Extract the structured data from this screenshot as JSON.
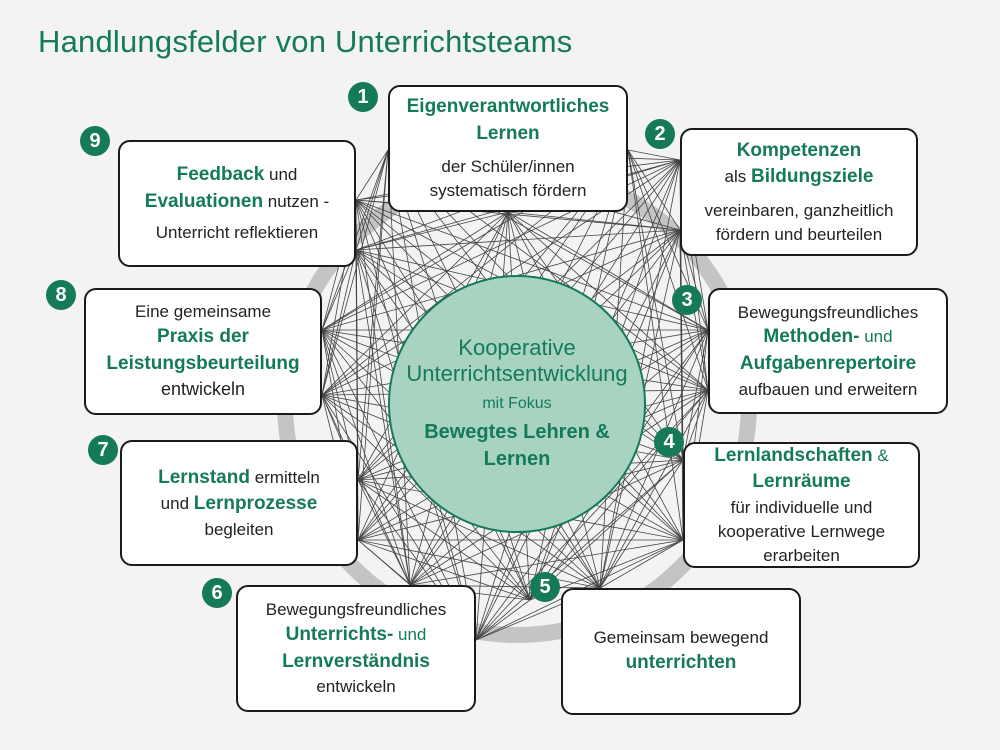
{
  "title": "Handlungsfelder von Unterrichtsteams",
  "colors": {
    "accent": "#157a5a",
    "center_fill": "#a8d3c1",
    "ring": "#c4c4c4",
    "background": "#f3f3f3"
  },
  "center": {
    "line1": "Kooperative",
    "line2": "Unterrichtsentwicklung",
    "line3": "mit Fokus",
    "line4": "Bewegtes Lehren &",
    "line5": "Lernen"
  },
  "fields": [
    {
      "num": "1",
      "a": "Eigenverantwortliches",
      "b": "Lernen",
      "c": "der Schüler/innen",
      "d": "systematisch fördern"
    },
    {
      "num": "2",
      "a": "Kompetenzen",
      "b_pre": "als ",
      "b": "Bildungsziele",
      "c": "vereinbaren, ganzheitlich",
      "d": "fördern und beurteilen"
    },
    {
      "num": "3",
      "a": "Bewegungsfreundliches",
      "b": "Methoden-",
      "b_post": " und",
      "c": "Aufgabenrepertoire",
      "d": "aufbauen und erweitern"
    },
    {
      "num": "4",
      "a": "Lernlandschaften",
      "a_post": " &",
      "b": "Lernräume",
      "c": "für individuelle und",
      "d": "kooperative Lernwege",
      "e": "erarbeiten"
    },
    {
      "num": "5",
      "a": "Gemeinsam bewegend",
      "b": "unterrichten"
    },
    {
      "num": "6",
      "a": "Bewegungsfreundliches",
      "b": "Unterrichts-",
      "b_post": " und",
      "c": "Lernverständnis",
      "d": "entwickeln"
    },
    {
      "num": "7",
      "a": "Lernstand",
      "a_post": " ermitteln",
      "b_pre": "und ",
      "b": "Lernprozesse",
      "c": "begleiten"
    },
    {
      "num": "8",
      "a": "Eine gemeinsame",
      "b": "Praxis der",
      "c": "Leistungsbeurteilung",
      "d": "entwickeln"
    },
    {
      "num": "9",
      "a": "Feedback",
      "a_post": " und",
      "b": "Evaluationen",
      "b_post": " nutzen -",
      "c": "Unterricht reflektieren"
    }
  ]
}
